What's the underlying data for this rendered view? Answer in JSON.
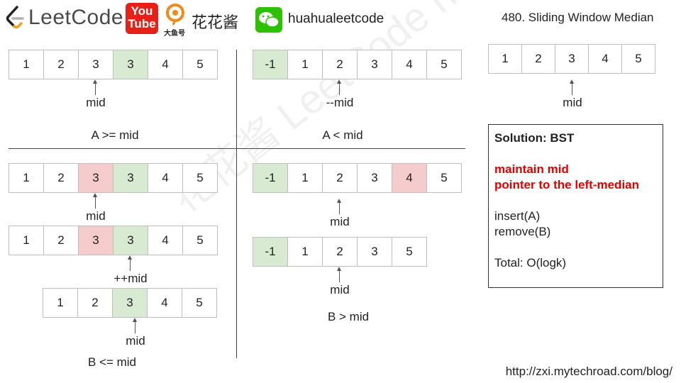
{
  "header": {
    "brand": "LeetCode",
    "youtube_top": "You",
    "youtube_bottom": "Tube",
    "dayu": "大鱼号",
    "chinese_name": "花花酱",
    "wechat_id": "huahualeetcode",
    "problem_title": "480. Sliding Window Median"
  },
  "watermark": "花花酱 LeetCode http://zxi.mytechroad.com/blog/",
  "top_left": {
    "row": [
      "1",
      "2",
      "3",
      "3",
      "4",
      "5"
    ],
    "mid_label": "mid",
    "caption": "A >= mid"
  },
  "top_mid": {
    "row": [
      "-1",
      "1",
      "2",
      "3",
      "4",
      "5"
    ],
    "mid_label": "--mid",
    "caption": "A < mid"
  },
  "top_right": {
    "row": [
      "1",
      "2",
      "3",
      "4",
      "5"
    ],
    "mid_label": "mid"
  },
  "bottom_left": {
    "row1": [
      "1",
      "2",
      "3",
      "3",
      "4",
      "5"
    ],
    "mid1": "mid",
    "row2": [
      "1",
      "2",
      "3",
      "3",
      "4",
      "5"
    ],
    "mid2": "++mid",
    "row3": [
      "1",
      "2",
      "3",
      "4",
      "5"
    ],
    "mid3": "mid",
    "caption": "B <= mid"
  },
  "bottom_mid": {
    "row1": [
      "-1",
      "1",
      "2",
      "3",
      "4",
      "5"
    ],
    "mid1": "mid",
    "row2": [
      "-1",
      "1",
      "2",
      "3",
      "5"
    ],
    "mid2": "mid",
    "caption": "B > mid"
  },
  "solution": {
    "title": "Solution: BST",
    "red_line1": "maintain mid",
    "red_line2": "pointer to the left-median",
    "insert": "insert(A)",
    "remove": "remove(B)",
    "total": "Total: O(logk)"
  },
  "colors": {
    "green": "#d9ead3",
    "red": "#f4cccc",
    "solution_red": "#e00000",
    "youtube_red": "#e62117",
    "wechat_green": "#2dc100"
  },
  "footer_url": "http://zxi.mytechroad.com/blog/"
}
